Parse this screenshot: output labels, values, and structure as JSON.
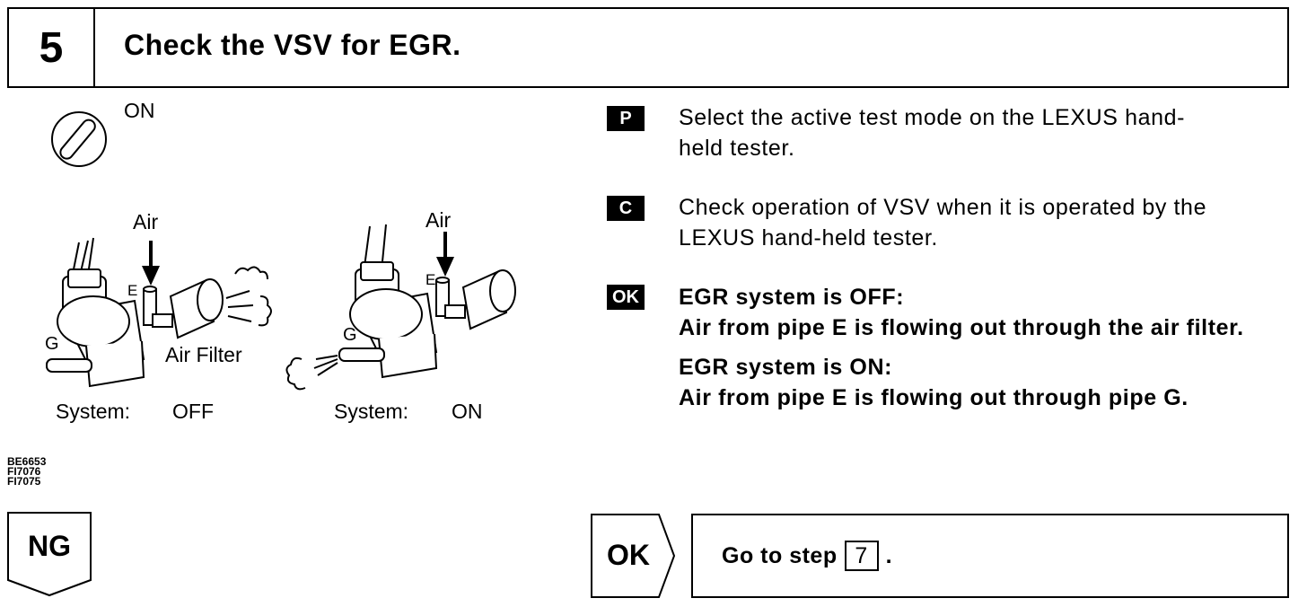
{
  "header": {
    "step_number": "5",
    "title": "Check the VSV for EGR."
  },
  "illustration": {
    "ignition_label": "ON",
    "air_label_left": "Air",
    "air_label_right": "Air",
    "pipe_e_left": "E",
    "pipe_e_right": "E",
    "pipe_g_left": "G",
    "pipe_g_right": "G",
    "air_filter_label": "Air Filter",
    "system_label_left": "System:",
    "system_state_left": "OFF",
    "system_label_right": "System:",
    "system_state_right": "ON",
    "figure_codes": [
      "BE6653",
      "FI7076",
      "FI7075"
    ]
  },
  "instructions": [
    {
      "badge": "P",
      "lines": [
        "Select the active test mode on the LEXUS hand-",
        "held tester."
      ]
    },
    {
      "badge": "C",
      "lines": [
        "Check operation of VSV when it is operated by the",
        "LEXUS hand-held tester."
      ]
    }
  ],
  "result": {
    "badge": "OK",
    "off_heading": "EGR system is OFF:",
    "off_text": "Air from pipe E is flowing out through the air filter.",
    "on_heading": "EGR system is ON:",
    "on_text": "Air from pipe E is flowing out through pipe G."
  },
  "ng_tag": "NG",
  "ok_tag": "OK",
  "goto": {
    "prefix": "Go to step",
    "step": "7",
    "suffix": "."
  },
  "colors": {
    "ink": "#000000",
    "paper": "#ffffff"
  }
}
